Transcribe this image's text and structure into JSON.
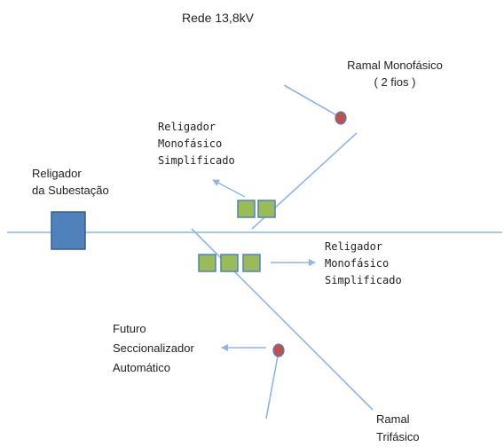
{
  "title": "Rede 13,8kV",
  "labels": {
    "ramal_monofasico": [
      "Ramal Monofásico",
      "( 2 fios )"
    ],
    "religador_mono_top": [
      "Religador",
      "Monofásico",
      "Simplificado"
    ],
    "religador_subestacao": [
      "Religador",
      "da Subestação"
    ],
    "religador_mono_right": [
      "Religador",
      "Monofásico",
      "Simplificado"
    ],
    "seccionalizador": [
      "Futuro",
      "Seccionalizador",
      "Automático"
    ],
    "ramal_trifasico": [
      "Ramal",
      "Trifásico"
    ]
  },
  "colors": {
    "line": "#8fb4e3",
    "substation_fill": "#4f81bd",
    "substation_stroke": "#385d8a",
    "recloser_fill": "#9bbb59",
    "recloser_stroke": "#4f81bd",
    "sectionalizer_fill": "#c0504d"
  }
}
